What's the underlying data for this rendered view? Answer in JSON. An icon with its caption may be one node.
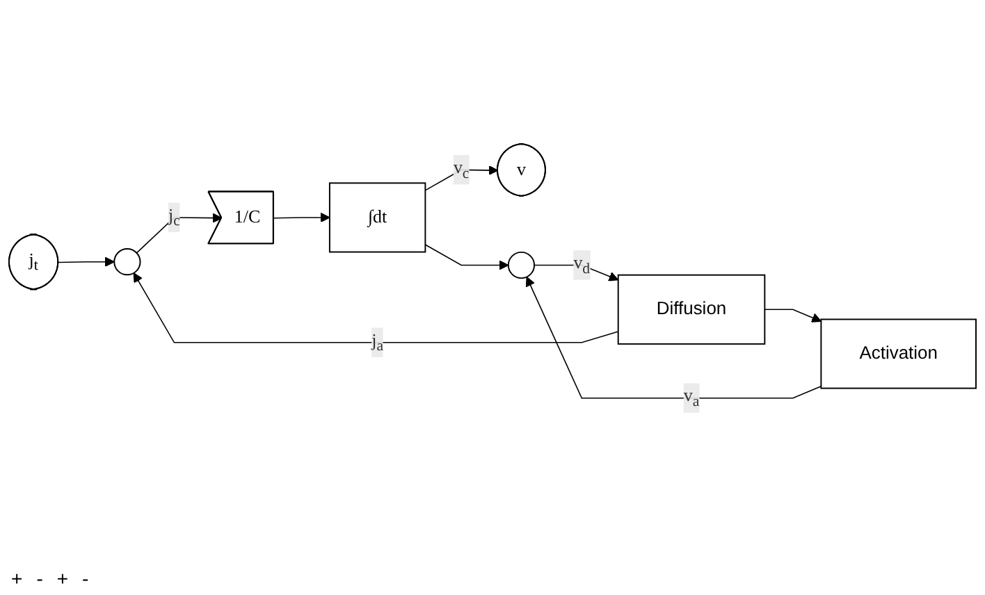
{
  "diagram": {
    "nodes": [
      {
        "text": [
          "j$_{t}$"
        ]
      },
      {
        "text": [],
        "shape": "circle"
      },
      {
        "text": [
          "1/C"
        ]
      },
      {
        "text": [
          "∫dt"
        ]
      },
      {
        "text": [
          "v"
        ]
      },
      {
        "text": [],
        "shape": "circle"
      },
      {
        "text": [
          "Activation"
        ]
      },
      {
        "text": [
          "Diffusion"
        ]
      }
    ],
    "edges": [
      {
        "from": 0,
        "to": 1,
        "arrow": "to"
      },
      {
        "from": 1,
        "to": 2,
        "arrow": "to",
        "label": "j$_{c}$"
      },
      {
        "from": 2,
        "to": 3,
        "arrow": "to"
      },
      {
        "from": 3,
        "to": 4,
        "arrow": "to",
        "label": "v$_{c}$"
      },
      {
        "from": 3,
        "to": 5,
        "arrow": "to"
      },
      {
        "from": 6,
        "to": 5,
        "arrow": "to",
        "label": "v$_{a}$"
      },
      {
        "from": 5,
        "to": 7,
        "arrow": "to",
        "label": "v$_{d}$"
      },
      {
        "from": 7,
        "to": 1,
        "arrow": "to",
        "label": "j$_{a}$"
      },
      {
        "from": 7,
        "to": 6,
        "arrow": "to"
      }
    ],
    "labels": [
      "+",
      "-",
      "+",
      "-"
    ]
  }
}
